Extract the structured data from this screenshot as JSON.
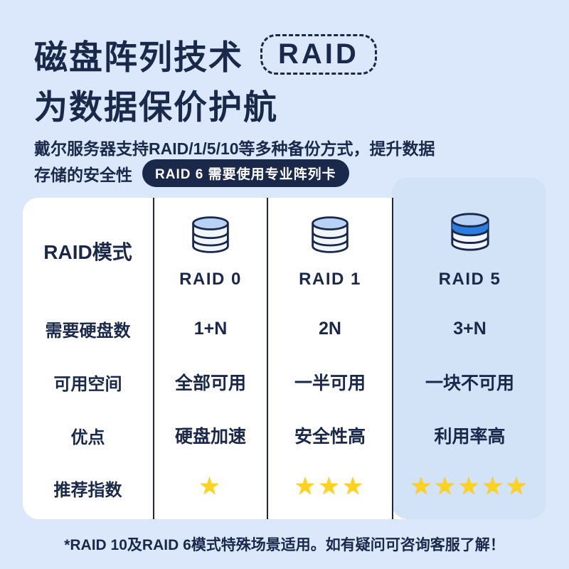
{
  "page": {
    "title_line1": "磁盘阵列技术",
    "title_raid_pill": "RAID",
    "title_line2": "为数据保价护航",
    "subtitle_line1": "戴尔服务器支持RAID/1/5/10等多种备份方式，提升数据",
    "subtitle_line2_prefix": "存储的安全性",
    "subtitle_badge": "RAID 6 需要使用专业阵列卡",
    "footer_note": "*RAID 10及RAID 6模式特殊场景适用。如有疑问可咨询客服了解！"
  },
  "table": {
    "header_label": "RAID模式",
    "row_labels": [
      "需要硬盘数",
      "可用空间",
      "优点",
      "推荐指数"
    ],
    "columns": [
      {
        "name": "RAID 0",
        "disks": "1+N",
        "space": "全部可用",
        "advantage": "硬盘加速",
        "stars": "★",
        "highlighted": false
      },
      {
        "name": "RAID 1",
        "disks": "2N",
        "space": "一半可用",
        "advantage": "安全性高",
        "stars": "★★★",
        "highlighted": false
      },
      {
        "name": "RAID 5",
        "disks": "3+N",
        "space": "一块不可用",
        "advantage": "利用率高",
        "stars": "★★★★★",
        "highlighted": true
      }
    ]
  },
  "colors": {
    "background": "#dbe7fa",
    "navy_text": "#1a2949",
    "card": "#ffffff",
    "highlight_column": "#d2e2f7",
    "star": "#ffd21e",
    "raid5_disk_band": "#2b7de0",
    "disk_top": "#b7d2f4"
  }
}
